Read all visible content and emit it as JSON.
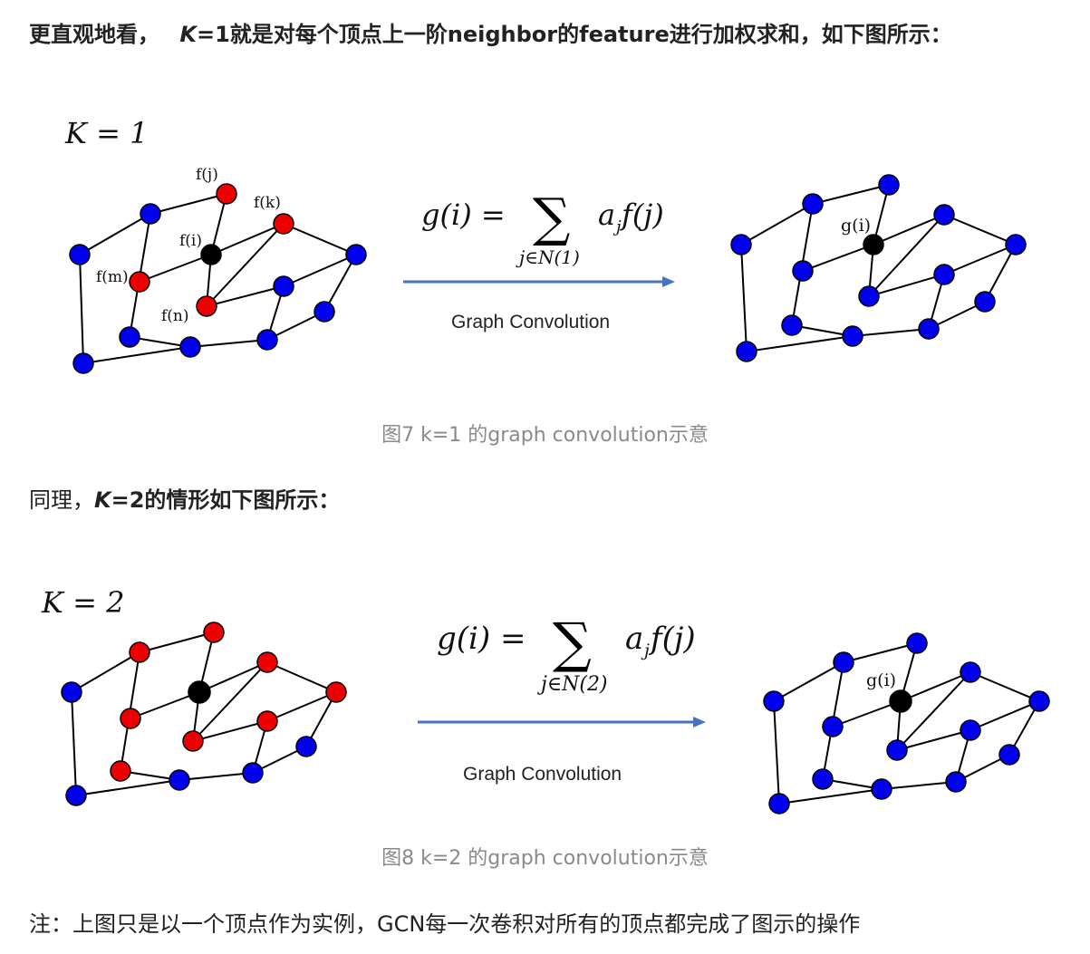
{
  "intro": {
    "lead": "更直观地看，",
    "k": "K",
    "rest": "=1就是对每个顶点上一阶neighbor的feature进行加权求和，如下图所示："
  },
  "figure1": {
    "k_label": "K = 1",
    "node_labels": {
      "fj": "f(j)",
      "fk": "f(k)",
      "fi": "f(i)",
      "fm": "f(m)",
      "fn": "f(n)",
      "gi": "g(i)"
    },
    "formula_left": "g(i) = ",
    "formula_sum": "∑",
    "formula_sub": "j∈N(1)",
    "formula_right": "a",
    "formula_right_sub": "j",
    "formula_right_tail": " f(j)",
    "arrow_label": "Graph Convolution",
    "caption": "图7 k=1 的graph convolution示意"
  },
  "second": {
    "lead": "同理，",
    "k": "K",
    "rest": "=2的情形如下图所示："
  },
  "figure2": {
    "k_label": "K = 2",
    "gi_label": "g(i)",
    "formula_left": "g(i) = ",
    "formula_sum": "∑",
    "formula_sub": "j∈N(2)",
    "formula_right": "a",
    "formula_right_sub": "j",
    "formula_right_tail": " f(j)",
    "arrow_label": "Graph Convolution",
    "caption": "图8 k=2 的graph convolution示意"
  },
  "note": "注：上图只是以一个顶点作为实例，GCN每一次卷积对所有的顶点都完成了图示的操作",
  "colors": {
    "blue": "#0000ee",
    "red": "#ee0000",
    "black": "#000000",
    "arrow": "#4472c4"
  }
}
